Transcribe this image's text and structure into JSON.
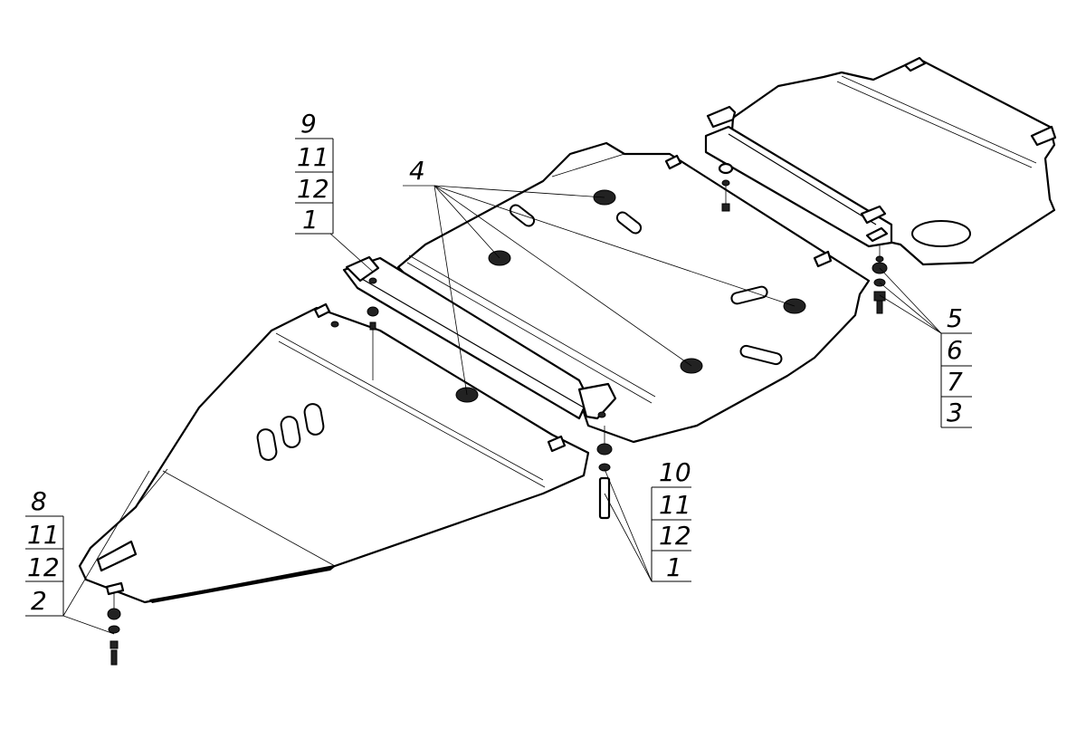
{
  "callouts": {
    "top_left": [
      "9",
      "11",
      "12",
      "1"
    ],
    "top_center": [
      "4"
    ],
    "right": [
      "5",
      "6",
      "7",
      "3"
    ],
    "bottom_center": [
      "10",
      "11",
      "12",
      "1"
    ],
    "bottom_left": [
      "8",
      "11",
      "12",
      "2"
    ]
  }
}
